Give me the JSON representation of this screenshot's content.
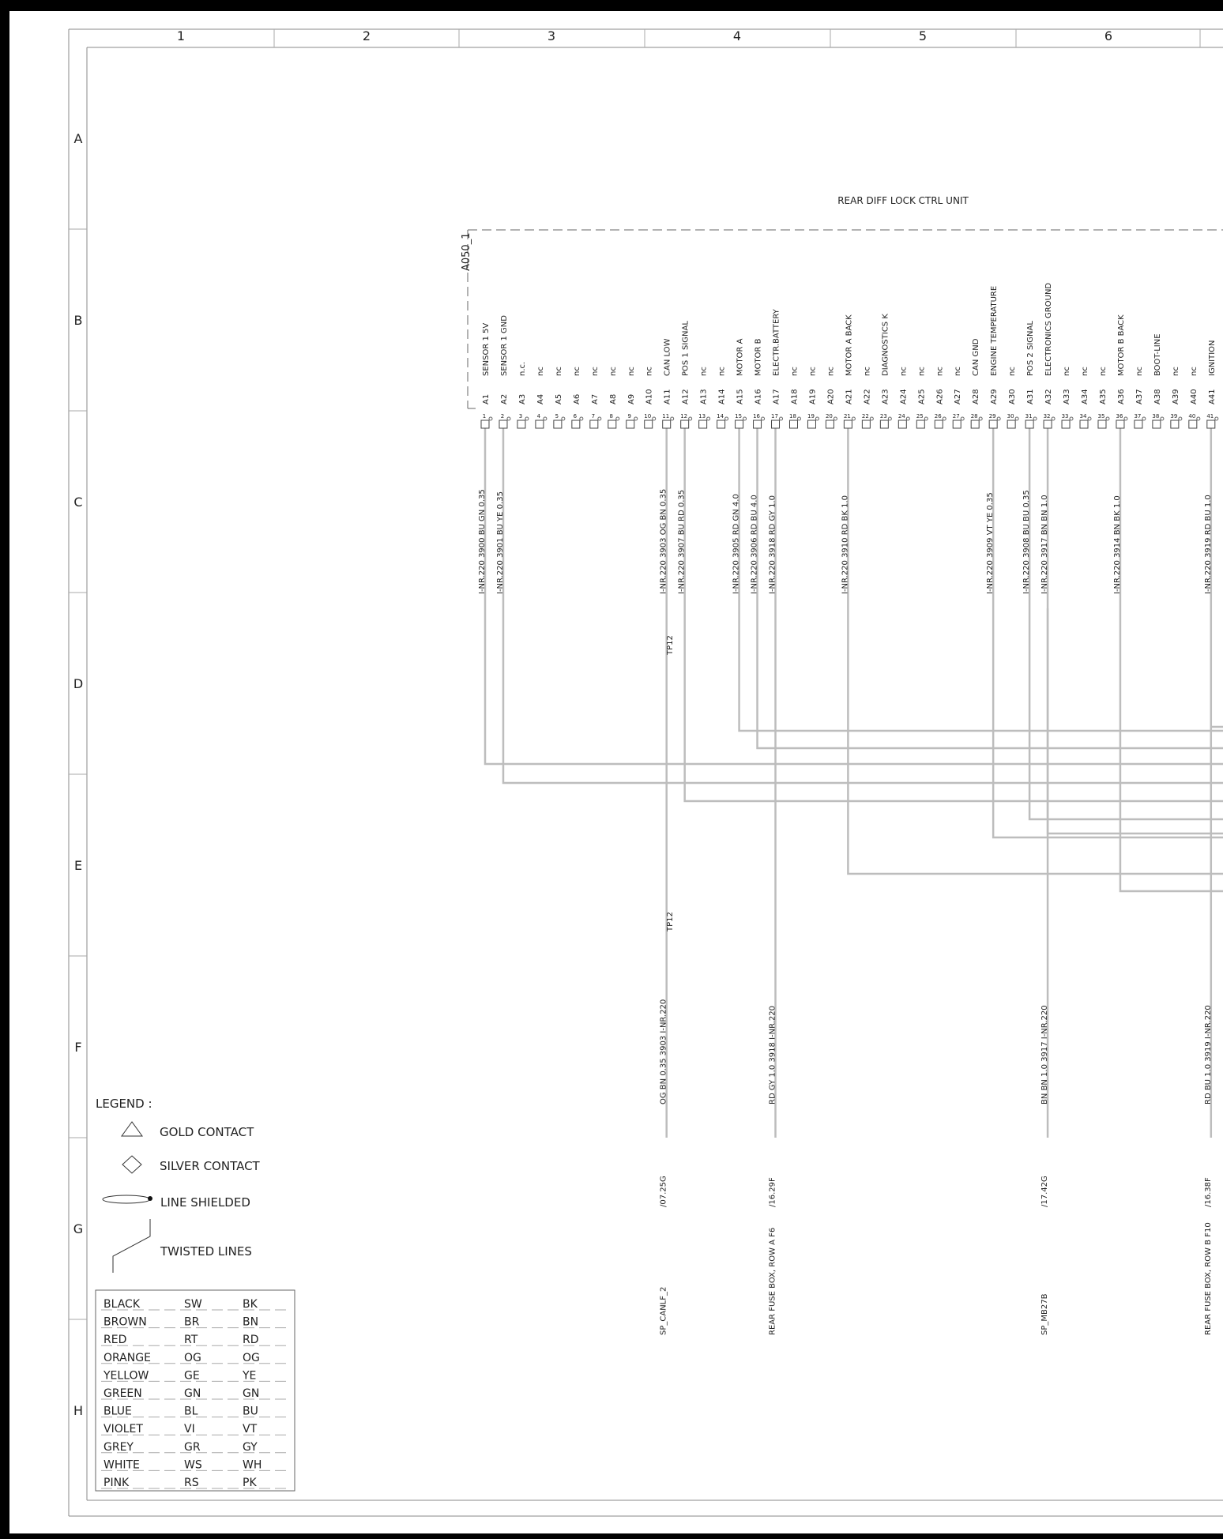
{
  "grid": {
    "columns": [
      "1",
      "2",
      "3",
      "4",
      "5",
      "6"
    ],
    "rows": [
      "A",
      "B",
      "C",
      "D",
      "E",
      "F",
      "G",
      "H"
    ]
  },
  "unit": {
    "title": "REAR DIFF LOCK CTRL UNIT",
    "ref": "A050_1"
  },
  "pins": [
    {
      "n": "1",
      "pin": "A1",
      "name": "SENSOR 1 5V",
      "wire": "I-NR.220  3900  BU GN 0.35"
    },
    {
      "n": "2",
      "pin": "A2",
      "name": "SENSOR 1 GND",
      "wire": "I-NR.220  3901  BU YE 0.35"
    },
    {
      "n": "3",
      "pin": "A3",
      "name": "n.c."
    },
    {
      "n": "4",
      "pin": "A4",
      "name": "nc"
    },
    {
      "n": "5",
      "pin": "A5",
      "name": "nc"
    },
    {
      "n": "6",
      "pin": "A6",
      "name": "nc"
    },
    {
      "n": "7",
      "pin": "A7",
      "name": "nc"
    },
    {
      "n": "8",
      "pin": "A8",
      "name": "nc"
    },
    {
      "n": "9",
      "pin": "A9",
      "name": "nc"
    },
    {
      "n": "10",
      "pin": "A10",
      "name": "nc"
    },
    {
      "n": "11",
      "pin": "A11",
      "name": "CAN LOW",
      "wire": "I-NR.220  3903  OG BN 0.35"
    },
    {
      "n": "12",
      "pin": "A12",
      "name": "POS 1 SIGNAL",
      "wire": "I-NR.220  3907  BU RD 0.35"
    },
    {
      "n": "13",
      "pin": "A13",
      "name": "nc"
    },
    {
      "n": "14",
      "pin": "A14",
      "name": "nc"
    },
    {
      "n": "15",
      "pin": "A15",
      "name": "MOTOR A",
      "wire": "I-NR.220  3905  RD GN 4.0"
    },
    {
      "n": "16",
      "pin": "A16",
      "name": "MOTOR B",
      "wire": "I-NR.220  3906  RD BU 4.0"
    },
    {
      "n": "17",
      "pin": "A17",
      "name": "ELECTR.BATTERY",
      "wire": "I-NR.220  3918  RD GY 1.0"
    },
    {
      "n": "18",
      "pin": "A18",
      "name": "nc"
    },
    {
      "n": "19",
      "pin": "A19",
      "name": "nc"
    },
    {
      "n": "20",
      "pin": "A20",
      "name": "nc"
    },
    {
      "n": "21",
      "pin": "A21",
      "name": "MOTOR A BACK",
      "wire": "I-NR.220  3910  RD BK 1.0"
    },
    {
      "n": "22",
      "pin": "A22",
      "name": "nc"
    },
    {
      "n": "23",
      "pin": "A23",
      "name": "DIAGNOSTICS K"
    },
    {
      "n": "24",
      "pin": "A24",
      "name": "nc"
    },
    {
      "n": "25",
      "pin": "A25",
      "name": "nc"
    },
    {
      "n": "26",
      "pin": "A26",
      "name": "nc"
    },
    {
      "n": "27",
      "pin": "A27",
      "name": "nc"
    },
    {
      "n": "28",
      "pin": "A28",
      "name": "CAN GND"
    },
    {
      "n": "29",
      "pin": "A29",
      "name": "ENGINE TEMPERATURE",
      "wire": "I-NR.220  3909  VT YE 0.35"
    },
    {
      "n": "30",
      "pin": "A30",
      "name": "nc"
    },
    {
      "n": "31",
      "pin": "A31",
      "name": "POS 2 SIGNAL",
      "wire": "I-NR.220  3908  BU BU 0.35"
    },
    {
      "n": "32",
      "pin": "A32",
      "name": "ELECTRONICS GROUND",
      "wire": "I-NR.220  3917  BN BN 1.0"
    },
    {
      "n": "33",
      "pin": "A33",
      "name": "nc"
    },
    {
      "n": "34",
      "pin": "A34",
      "name": "nc"
    },
    {
      "n": "35",
      "pin": "A35",
      "name": "nc"
    },
    {
      "n": "36",
      "pin": "A36",
      "name": "MOTOR B BACK",
      "wire": "I-NR.220  3914  BN BK 1.0"
    },
    {
      "n": "37",
      "pin": "A37",
      "name": "nc"
    },
    {
      "n": "38",
      "pin": "A38",
      "name": "BOOT-LINE"
    },
    {
      "n": "39",
      "pin": "A39",
      "name": "nc"
    },
    {
      "n": "40",
      "pin": "A40",
      "name": "nc"
    },
    {
      "n": "41",
      "pin": "A41",
      "name": "IGNITION",
      "wire": "I-NR.220  3919  RD BU 1.0"
    }
  ],
  "test_points": [
    "TP12",
    "TP12"
  ],
  "lower_wires": [
    {
      "pin": "11",
      "wire": "OG BN 0.35  3903  I-NR.220",
      "dest": "SP_CANLF_2",
      "ref": "/07.25G"
    },
    {
      "pin": "17",
      "wire": "RD GY 1.0   3918  I-NR.220",
      "dest": "REAR FUSE BOX, ROW A F6",
      "ref": "/16.29F"
    },
    {
      "pin": "32",
      "wire": "BN BN 1.0   3917  I-NR.220",
      "dest": "SP_MB27B",
      "ref": "/17.42G"
    },
    {
      "pin": "41",
      "wire": "RD BU 1.0   3919  I-NR.220",
      "dest": "REAR FUSE BOX, ROW B F10",
      "ref": "/16.38F"
    }
  ],
  "legend": {
    "title": "LEGEND :",
    "items": [
      "GOLD CONTACT",
      "SILVER CONTACT",
      "LINE SHIELDED",
      "TWISTED LINES"
    ],
    "colors": [
      [
        "BLACK",
        "SW",
        "BK"
      ],
      [
        "BROWN",
        "BR",
        "BN"
      ],
      [
        "RED",
        "RT",
        "RD"
      ],
      [
        "ORANGE",
        "OG",
        "OG"
      ],
      [
        "YELLOW",
        "GE",
        "YE"
      ],
      [
        "GREEN",
        "GN",
        "GN"
      ],
      [
        "BLUE",
        "BL",
        "BU"
      ],
      [
        "VIOLET",
        "VI",
        "VT"
      ],
      [
        "GREY",
        "GR",
        "GY"
      ],
      [
        "WHITE",
        "WS",
        "WH"
      ],
      [
        "PINK",
        "RS",
        "PK"
      ]
    ]
  },
  "style": {
    "wire_color": "#bdbdbd",
    "ink": "#333333",
    "frame": "#000000"
  }
}
